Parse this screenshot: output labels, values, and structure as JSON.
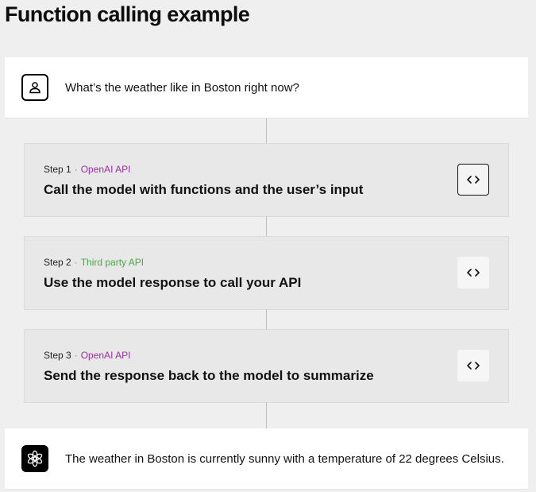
{
  "page": {
    "title": "Function calling example"
  },
  "user_message": {
    "avatar_icon": "user-icon",
    "text": "What’s the weather like in Boston right now?"
  },
  "steps": [
    {
      "label": "Step 1",
      "separator": "·",
      "api": "OpenAI API",
      "api_color": "#9b2fa0",
      "title": "Call the model with functions and the user’s input",
      "code_icon": "code-icon",
      "active": true
    },
    {
      "label": "Step 2",
      "separator": "·",
      "api": "Third party API",
      "api_color": "#46a946",
      "title": "Use the model response to call your API",
      "code_icon": "code-icon",
      "active": false
    },
    {
      "label": "Step 3",
      "separator": "·",
      "api": "OpenAI API",
      "api_color": "#9b2fa0",
      "title": "Send the response back to the model to summarize",
      "code_icon": "code-icon",
      "active": false
    }
  ],
  "assistant_message": {
    "avatar_icon": "openai-logo-icon",
    "text": "The weather in Boston is currently sunny with a temperature of 22 degrees Celsius."
  }
}
